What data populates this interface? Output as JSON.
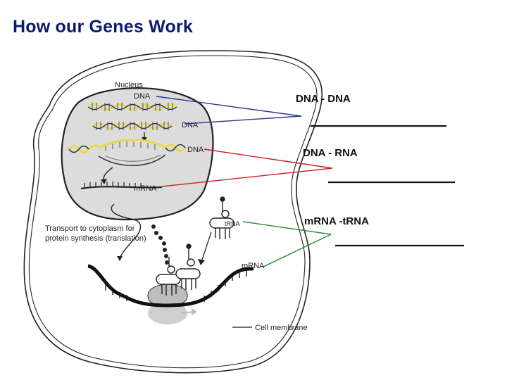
{
  "title": "How our Genes Work",
  "labels": {
    "nucleus": "Nucleus",
    "dna_top": "DNA",
    "dna_mid": "DNA",
    "dna_low": "DNA",
    "mrna_nucleus": "mRNA",
    "transport_line1": "Transport to cytoplasm for",
    "transport_line2": "protein synthesis (translation)",
    "trna": "tRNA",
    "mrna_cytoplasm": "mRNA",
    "cell_membrane": "Cell membrane"
  },
  "answers": {
    "replication": "DNA - DNA",
    "transcription": "DNA - RNA",
    "translation": "mRNA -tRNA"
  },
  "colors": {
    "title": "#0d1a6e",
    "pointer_blue": "#2a3a8c",
    "pointer_red": "#c8202a",
    "pointer_green": "#2a8a3a",
    "dna_yellow": "#e8d84a",
    "nucleus_fill": "#dcdcdc",
    "ribosome_gray": "#cfcfcf"
  }
}
